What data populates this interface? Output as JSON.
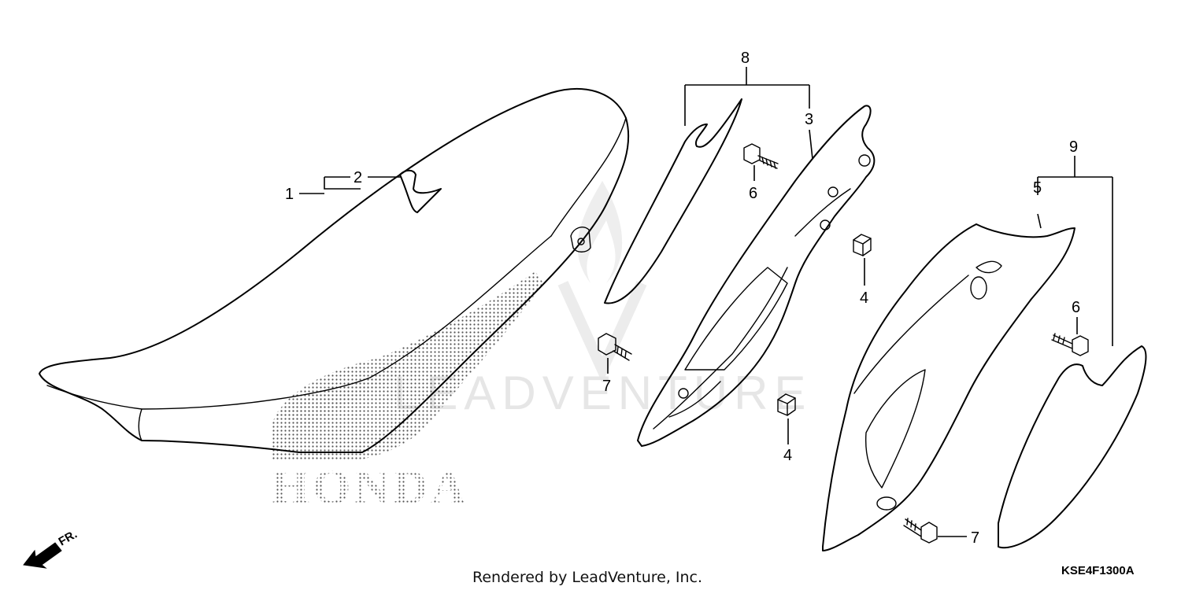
{
  "callouts": {
    "c1": "1",
    "c2": "2",
    "c3": "3",
    "c4a": "4",
    "c4b": "4",
    "c5": "5",
    "c6a": "6",
    "c6b": "6",
    "c7a": "7",
    "c7b": "7",
    "c8": "8",
    "c9": "9"
  },
  "brand_text": "HONDA",
  "direction_label": "FR.",
  "footer": {
    "rendered_by": "Rendered by LeadVenture, Inc.",
    "diagram_code": "KSE4F1300A"
  },
  "watermark_text": "LEADVENTURE",
  "colors": {
    "line": "#000000",
    "dot_pattern": "#555555",
    "watermark": "#e6e6e6"
  },
  "icons": [
    "front-direction-arrow-icon",
    "flame-watermark-icon"
  ]
}
